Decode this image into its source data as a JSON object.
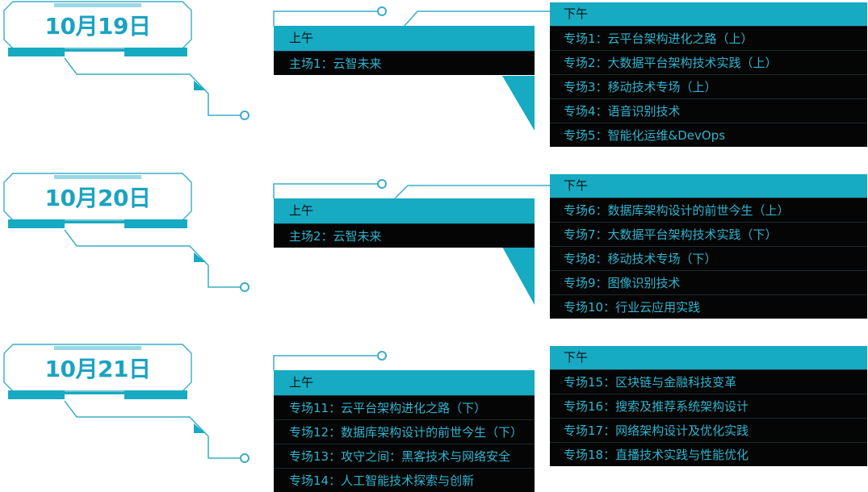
{
  "days": [
    {
      "date": "10月19日",
      "morning": {
        "label": "上午",
        "items": [
          "主场1：云智未来"
        ]
      },
      "afternoon": {
        "label": "下午",
        "items": [
          "专场1：云平台架构进化之路（上）",
          "专场2：大数据平台架构技术实践（上）",
          "专场3：移动技术专场（上）",
          "专场4：语音识别技术",
          "专场5：智能化运维&DevOps"
        ]
      }
    },
    {
      "date": "10月20日",
      "morning": {
        "label": "上午",
        "items": [
          "主场2：云智未来"
        ]
      },
      "afternoon": {
        "label": "下午",
        "items": [
          "专场6：数据库架构设计的前世今生（上）",
          "专场7：大数据平台架构技术实践（下）",
          "专场8：移动技术专场（下）",
          "专场9：图像识别技术",
          "专场10：行业云应用实践"
        ]
      }
    },
    {
      "date": "10月21日",
      "morning": {
        "label": "上午",
        "items": [
          "专场11：云平台架构进化之路（下）",
          "专场12：数据库架构设计的前世今生（下）",
          "专场13：攻守之间：黑客技术与网络安全",
          "专场14：人工智能技术探索与创新"
        ]
      },
      "afternoon": {
        "label": "下午",
        "items": [
          "专场15：区块链与金融科技变革",
          "专场16：搜索及推荐系统架构设计",
          "专场17：网络架构设计及优化实践",
          "专场18：直播技术实践与性能优化"
        ]
      }
    }
  ],
  "colors": {
    "accent": "#16aac3",
    "row_bg": "#050505",
    "row_text": "#2fb4cf",
    "date_text": "#1aa3c2"
  }
}
